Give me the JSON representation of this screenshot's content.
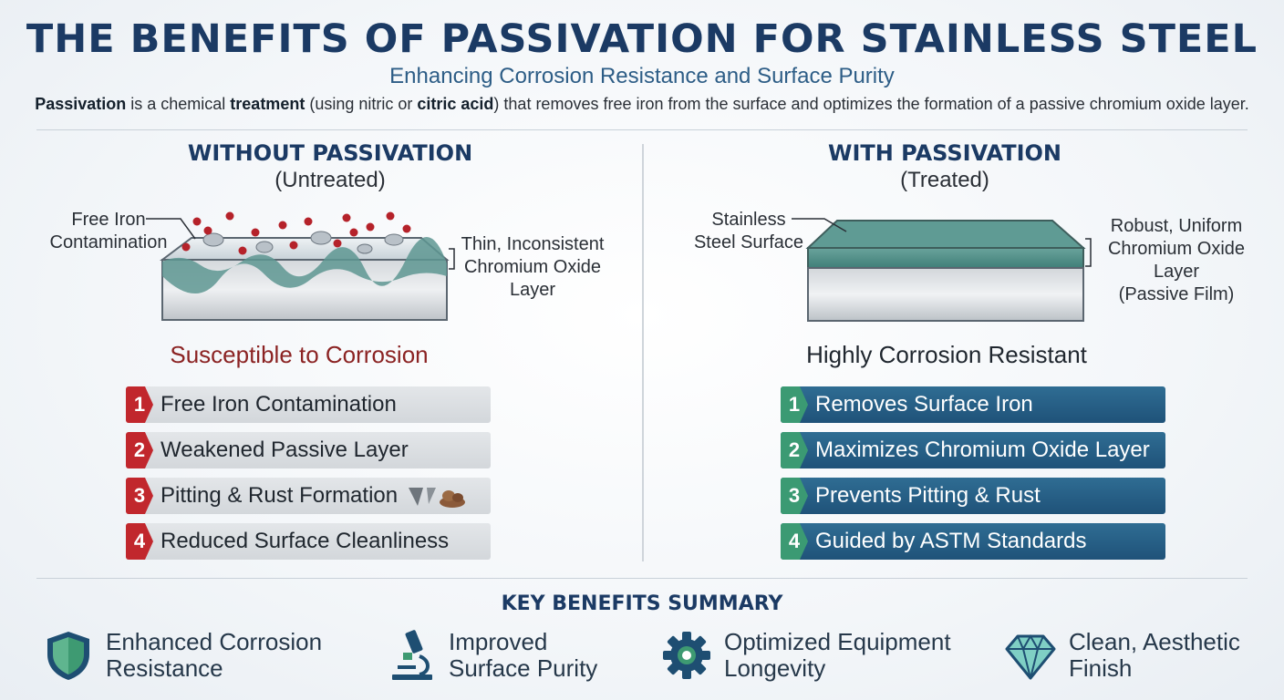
{
  "header": {
    "title": "THE BENEFITS OF PASSIVATION FOR STAINLESS STEEL",
    "subtitle": "Enhancing Corrosion Resistance and Surface Purity",
    "intro": {
      "t1": "Passivation",
      "t2": " is a chemical ",
      "t3": "treatment",
      "t4": " (using nitric or ",
      "t5": "citric acid",
      "t6": ") that removes free iron from the surface and optimizes the formation of a passive chromium oxide layer."
    }
  },
  "left": {
    "heading": "WITHOUT PASSIVATION",
    "subheading": "(Untreated)",
    "label_contamination": [
      "Free Iron",
      "Contamination"
    ],
    "label_layer": [
      "Thin, Inconsistent",
      "Chromium Oxide",
      "Layer"
    ],
    "status": "Susceptible to Corrosion",
    "status_color": "#8b2323",
    "items": [
      {
        "num": "1",
        "text": "Free Iron Contamination"
      },
      {
        "num": "2",
        "text": "Weakened Passive Layer"
      },
      {
        "num": "3",
        "text": "Pitting & Rust Formation"
      },
      {
        "num": "4",
        "text": "Reduced Surface Cleanliness"
      }
    ]
  },
  "right": {
    "heading": "WITH PASSIVATION",
    "subheading": "(Treated)",
    "label_surface": [
      "Stainless",
      "Steel Surface"
    ],
    "label_layer": [
      "Robust, Uniform",
      "Chromium Oxide",
      "Layer",
      "(Passive Film)"
    ],
    "status": "Highly Corrosion Resistant",
    "status_color": "#1f262e",
    "items": [
      {
        "num": "1",
        "text": "Removes Surface Iron"
      },
      {
        "num": "2",
        "text": "Maximizes Chromium Oxide Layer"
      },
      {
        "num": "3",
        "text": "Prevents Pitting & Rust"
      },
      {
        "num": "4",
        "text": "Guided by ASTM Standards"
      }
    ]
  },
  "summary": {
    "title": "KEY BENEFITS SUMMARY",
    "items": [
      {
        "icon": "shield-icon",
        "text": "Enhanced Corrosion\nResistance"
      },
      {
        "icon": "microscope-icon",
        "text": "Improved\nSurface Purity"
      },
      {
        "icon": "gear-icon",
        "text": "Optimized Equipment\nLongevity"
      },
      {
        "icon": "diamond-icon",
        "text": "Clean, Aesthetic\nFinish"
      }
    ]
  },
  "colors": {
    "title": "#1b3a64",
    "bad_badge": "#c1272d",
    "good_badge": "#3b9a73",
    "good_bar": "#245a82",
    "oxide_layer": "#4f8f88"
  }
}
